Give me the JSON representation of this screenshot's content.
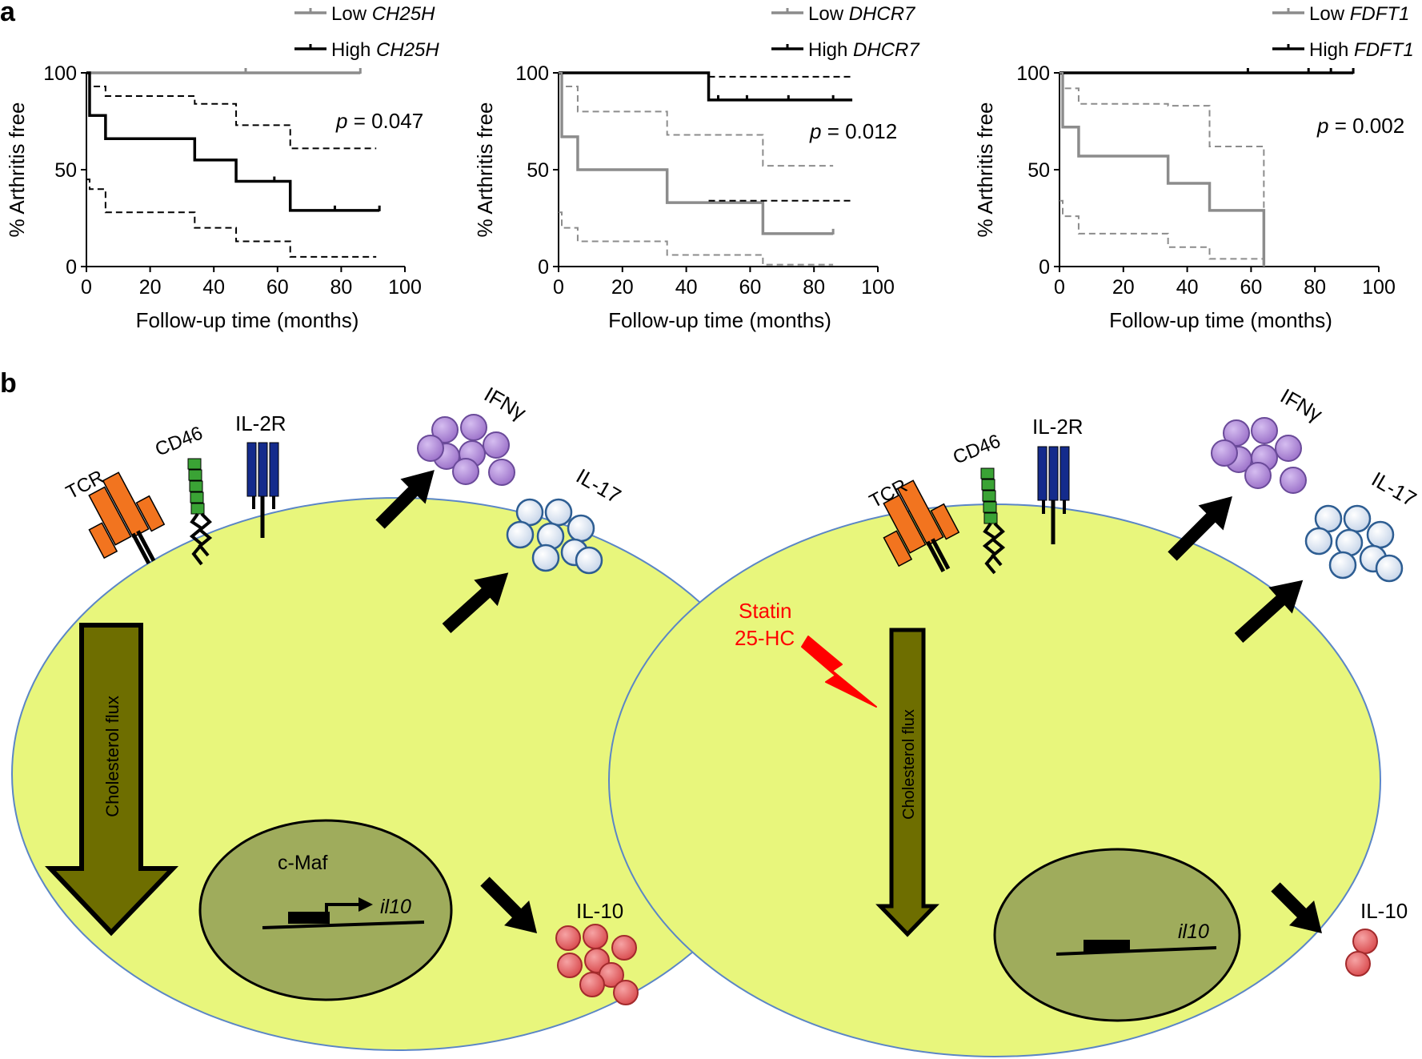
{
  "panel_labels": {
    "a": "a",
    "b": "b"
  },
  "colors": {
    "low": "#8c8c8c",
    "high": "#000000",
    "cell": "#e8f67c",
    "cell_stroke": "#5b86c6",
    "nucleus": "#9fac5c",
    "flux_arrow": "#6e6e00",
    "tcr": "#f2741f",
    "cd46": "#3aa335",
    "il2r": "#142b8c",
    "ifng": "#a77fcf",
    "il17": "#d9e4f2",
    "il10": "#e3575a",
    "statin": "#ff0000"
  },
  "chart_data": [
    {
      "type": "line",
      "title": "",
      "xlabel": "Follow-up time (months)",
      "ylabel": "% Arthritis free",
      "xlim": [
        0,
        100
      ],
      "ylim": [
        0,
        100
      ],
      "xticks": [
        "0",
        "20",
        "40",
        "60",
        "80",
        "100"
      ],
      "yticks": [
        "0",
        "50",
        "100"
      ],
      "legend": {
        "low_prefix": "Low ",
        "high_prefix": "High ",
        "gene": "CH25H",
        "placement": "top-right"
      },
      "pvalue_prefix": "p",
      "pvalue_rest": " = 0.047",
      "series": [
        {
          "name": "Low CH25H",
          "color": "#8c8c8c",
          "style": "solid",
          "x": [
            0,
            86
          ],
          "y": [
            100,
            100
          ],
          "censor": [
            50,
            86
          ]
        },
        {
          "name": "High CH25H",
          "color": "#000000",
          "style": "solid",
          "x": [
            0,
            1,
            1,
            6,
            6,
            34,
            34,
            47,
            47,
            64,
            64,
            92
          ],
          "y": [
            100,
            100,
            78,
            78,
            66,
            66,
            55,
            55,
            44,
            44,
            29,
            29
          ],
          "censor": [
            59,
            78,
            92
          ]
        },
        {
          "name": "",
          "color": "#000000",
          "style": "dashed",
          "x": [
            0,
            1,
            1,
            6,
            6,
            34,
            34,
            47,
            47,
            64,
            64,
            91
          ],
          "y": [
            100,
            100,
            93,
            93,
            88,
            88,
            84,
            84,
            73,
            73,
            61,
            61
          ]
        },
        {
          "name": "",
          "color": "#000000",
          "style": "dashed",
          "x": [
            0,
            1,
            1,
            6,
            6,
            34,
            34,
            47,
            47,
            64,
            64,
            91
          ],
          "y": [
            45,
            45,
            40,
            40,
            28,
            28,
            20,
            20,
            13,
            13,
            5,
            5
          ]
        }
      ]
    },
    {
      "type": "line",
      "title": "",
      "xlabel": "Follow-up time (months)",
      "ylabel": "% Arthritis free",
      "xlim": [
        0,
        100
      ],
      "ylim": [
        0,
        100
      ],
      "xticks": [
        "0",
        "20",
        "40",
        "60",
        "80",
        "100"
      ],
      "yticks": [
        "0",
        "50",
        "100"
      ],
      "legend": {
        "low_prefix": "Low ",
        "high_prefix": "High ",
        "gene": "DHCR7",
        "placement": "top-right"
      },
      "pvalue_prefix": "p",
      "pvalue_rest": " = 0.012",
      "series": [
        {
          "name": "Low DHCR7",
          "color": "#8c8c8c",
          "style": "solid",
          "x": [
            0,
            1,
            1,
            6,
            6,
            34,
            34,
            64,
            64,
            86
          ],
          "y": [
            100,
            100,
            67,
            67,
            50,
            50,
            33,
            33,
            17,
            17
          ],
          "censor": [
            86
          ]
        },
        {
          "name": "High DHCR7",
          "color": "#000000",
          "style": "solid",
          "x": [
            0,
            47,
            47,
            92
          ],
          "y": [
            100,
            100,
            86,
            86
          ],
          "censor": [
            50,
            59,
            72,
            86
          ]
        },
        {
          "name": "",
          "color": "#000000",
          "style": "dashed",
          "x": [
            47,
            92
          ],
          "y": [
            98,
            98
          ]
        },
        {
          "name": "",
          "color": "#000000",
          "style": "dashed",
          "x": [
            47,
            92
          ],
          "y": [
            34,
            34
          ]
        },
        {
          "name": "",
          "color": "#8c8c8c",
          "style": "dashed",
          "x": [
            0,
            1,
            1,
            6,
            6,
            34,
            34,
            64,
            64,
            86
          ],
          "y": [
            100,
            100,
            93,
            93,
            80,
            80,
            68,
            68,
            52,
            52
          ]
        },
        {
          "name": "",
          "color": "#8c8c8c",
          "style": "dashed",
          "x": [
            0,
            1,
            1,
            6,
            6,
            34,
            34,
            64,
            64,
            86
          ],
          "y": [
            28,
            28,
            20,
            20,
            13,
            13,
            6,
            6,
            1,
            1
          ]
        }
      ]
    },
    {
      "type": "line",
      "title": "",
      "xlabel": "Follow-up time (months)",
      "ylabel": "% Arthritis free",
      "xlim": [
        0,
        100
      ],
      "ylim": [
        0,
        100
      ],
      "xticks": [
        "0",
        "20",
        "40",
        "60",
        "80",
        "100"
      ],
      "yticks": [
        "0",
        "50",
        "100"
      ],
      "legend": {
        "low_prefix": "Low ",
        "high_prefix": "High ",
        "gene": "FDFT1",
        "placement": "top-right"
      },
      "pvalue_prefix": "p",
      "pvalue_rest": " = 0.002",
      "series": [
        {
          "name": "Low FDFT1",
          "color": "#8c8c8c",
          "style": "solid",
          "x": [
            0,
            1,
            1,
            6,
            6,
            34,
            34,
            47,
            47,
            64,
            64
          ],
          "y": [
            100,
            100,
            72,
            72,
            57,
            57,
            43,
            43,
            29,
            29,
            0
          ],
          "censor": []
        },
        {
          "name": "High FDFT1",
          "color": "#000000",
          "style": "solid",
          "x": [
            0,
            92
          ],
          "y": [
            100,
            100
          ],
          "censor": [
            59,
            78,
            85,
            92
          ]
        },
        {
          "name": "",
          "color": "#8c8c8c",
          "style": "dashed",
          "x": [
            0,
            1,
            1,
            6,
            6,
            34,
            34,
            47,
            47,
            64,
            64
          ],
          "y": [
            100,
            100,
            92,
            92,
            84,
            84,
            83,
            83,
            62,
            62,
            0
          ]
        },
        {
          "name": "",
          "color": "#8c8c8c",
          "style": "dashed",
          "x": [
            0,
            1,
            1,
            6,
            6,
            34,
            34,
            47,
            47,
            64
          ],
          "y": [
            34,
            34,
            26,
            26,
            17,
            17,
            10,
            10,
            4,
            4
          ]
        }
      ]
    }
  ],
  "diagram": {
    "receptors": {
      "tcr": "TCR",
      "cd46": "CD46",
      "il2r": "IL-2R"
    },
    "cytokines": {
      "ifng": "IFNγ",
      "il17": "IL-17",
      "il10": "IL-10"
    },
    "flux_label": "Cholesterol flux",
    "nucleus_factor": "c-Maf",
    "gene": "il10",
    "inhibitor_line1": "Statin",
    "inhibitor_line2": "25-HC"
  }
}
